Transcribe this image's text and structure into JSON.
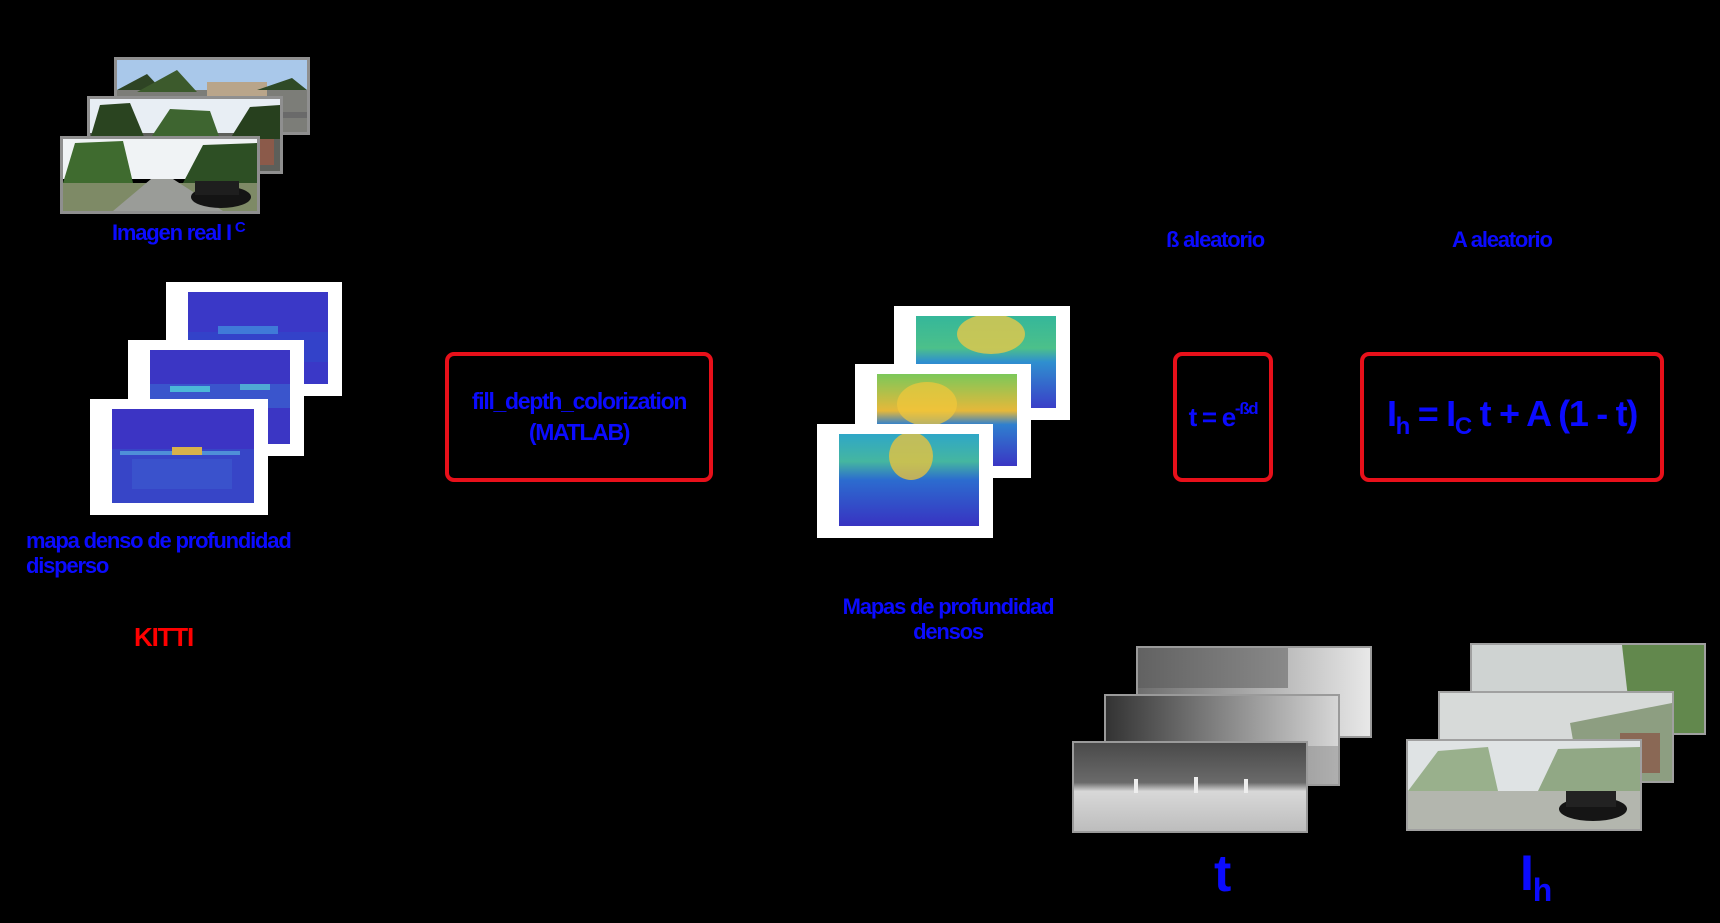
{
  "labels": {
    "real_image": "Imagen real I",
    "real_image_sup": "C",
    "sparse_map_line1": "mapa denso de profundidad",
    "sparse_map_line2": "disperso",
    "dataset": "KITTI",
    "dense_maps_line1": "Mapas de profundidad",
    "dense_maps_line2": "densos",
    "beta_random": "ß aleatorio",
    "a_random": "A aleatorio",
    "t_output": "t",
    "ih_output": "I",
    "ih_output_sub": "h"
  },
  "boxes": {
    "fill_depth_line1": "fill_depth_colorization",
    "fill_depth_line2": "(MATLAB)",
    "trans_lhs": "t = e",
    "trans_exp": "-ßd",
    "haze_ih": "I",
    "haze_ih_sub": "h",
    "haze_mid": " = I",
    "haze_ic_sub": "C",
    "haze_rhs": " t + A (1 - t)"
  },
  "colors": {
    "box_border": "#e8101a",
    "label_blue": "#0b0bff",
    "kitti_red": "#ff0000",
    "background": "#000000"
  },
  "icons": {
    "photo_stack": "street-photo-icon",
    "sparse_stack": "sparse-depth-plot-icon",
    "dense_stack": "dense-depth-plot-icon",
    "transmission_stack": "transmission-map-icon",
    "hazy_stack": "hazy-photo-icon"
  }
}
